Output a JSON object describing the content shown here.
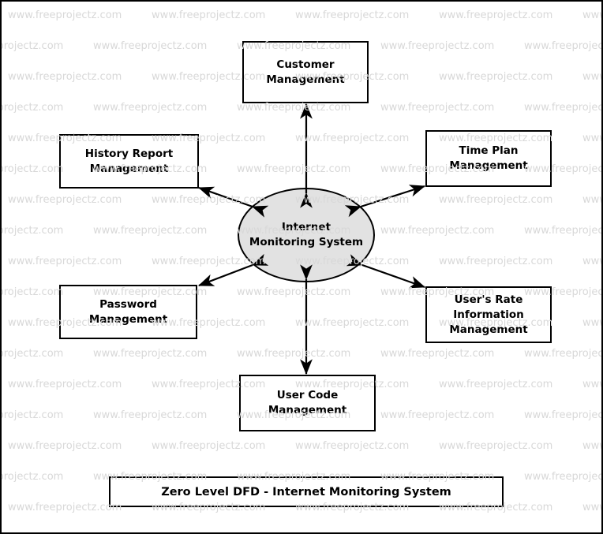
{
  "diagram": {
    "type": "data-flow-diagram",
    "level": "Zero Level DFD",
    "caption": "Zero Level DFD - Internet Monitoring System",
    "process": {
      "label": "Internet\nMonitoring System",
      "shape": "circle",
      "fill_color": "#e2e2e2",
      "stroke_color": "#000000"
    },
    "entities": [
      {
        "id": "customer-management",
        "label": "Customer\nManagement",
        "position": "top",
        "flow": "bidirectional"
      },
      {
        "id": "history-report-management",
        "label": "History Report\nManagement",
        "position": "top-left",
        "flow": "bidirectional"
      },
      {
        "id": "time-plan-management",
        "label": "Time Plan\nManagement",
        "position": "top-right",
        "flow": "bidirectional"
      },
      {
        "id": "password-management",
        "label": "Password\nManagement",
        "position": "bottom-left",
        "flow": "bidirectional"
      },
      {
        "id": "users-rate-information-management",
        "label": "User's Rate\nInformation\nManagement",
        "position": "bottom-right",
        "flow": "bidirectional"
      },
      {
        "id": "user-code-management",
        "label": "User Code\nManagement",
        "position": "bottom",
        "flow": "bidirectional"
      }
    ]
  },
  "watermark": {
    "text": "www.freeprojectz.com",
    "color": "#d8d8d8"
  }
}
